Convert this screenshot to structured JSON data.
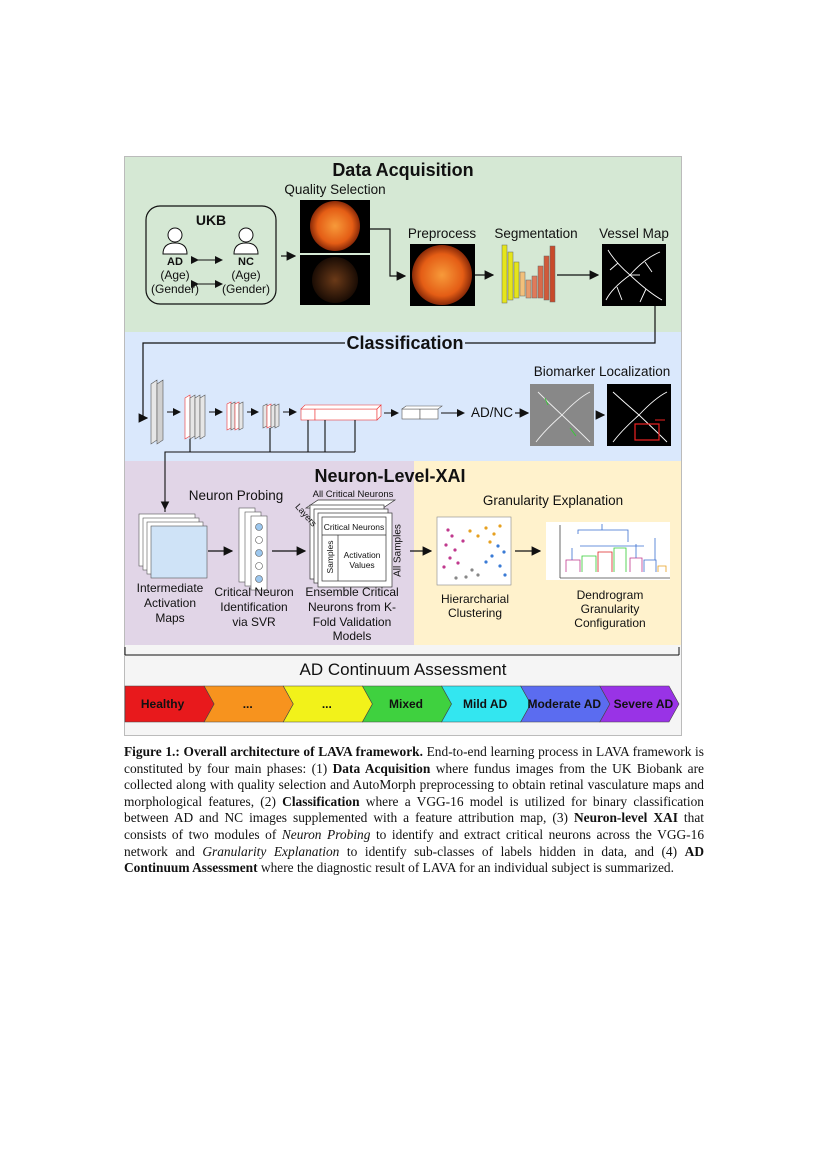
{
  "phases": {
    "data_acquisition": "Data Acquisition",
    "classification": "Classification",
    "neuron_xai": "Neuron-Level-XAI",
    "continuum": "AD Continuum Assessment"
  },
  "acquisition": {
    "ukb": "UKB",
    "ad": "AD",
    "nc": "NC",
    "age": "(Age)",
    "gender": "(Gender)",
    "quality_selection": "Quality Selection",
    "preprocess": "Preprocess",
    "segmentation": "Segmentation",
    "vessel_map": "Vessel Map"
  },
  "classification": {
    "output": "AD/NC",
    "biomarker": "Biomarker Localization"
  },
  "xai": {
    "neuron_probing": "Neuron Probing",
    "granularity_explanation": "Granularity Explanation",
    "intermediate_line1": "Intermediate",
    "intermediate_line2": "Activation",
    "intermediate_line3": "Maps",
    "critical_line1": "Critical Neuron",
    "critical_line2": "Identification",
    "critical_line3": "via SVR",
    "all_critical": "All Critical Neurons",
    "layers": "Layers",
    "critical_neurons": "Critical Neurons",
    "samples": "Samples",
    "activation_line1": "Activation",
    "activation_line2": "Values",
    "all_samples": "All Samples",
    "ensemble_line1": "Ensemble Critical",
    "ensemble_line2": "Neurons from K-",
    "ensemble_line3": "Fold Validation",
    "ensemble_line4": "Models",
    "hier_line1": "Hierarcharial",
    "hier_line2": "Clustering",
    "dendro_line1": "Dendrogram",
    "dendro_line2": "Granularity",
    "dendro_line3": "Configuration"
  },
  "continuum": {
    "stages": [
      {
        "label": "Healthy",
        "color": "#e8191c"
      },
      {
        "label": "...",
        "color": "#f7931e"
      },
      {
        "label": "...",
        "color": "#f2f21a"
      },
      {
        "label": "Mixed",
        "color": "#3fd13f"
      },
      {
        "label": "Mild AD",
        "color": "#33e6f0"
      },
      {
        "label": "Moderate AD",
        "color": "#5b6cf0"
      },
      {
        "label": "Severe AD",
        "color": "#9933e6"
      }
    ]
  },
  "caption": {
    "fig_label": "Figure 1.: Overall architecture of LAVA framework.",
    "s1": " End-to-end learning process in LAVA framework is constituted by four main phases: (1) ",
    "b1": "Data Acquisition",
    "s2": " where fundus images from the UK Biobank are collected along with quality selection and AutoMorph preprocessing to obtain retinal vasculature maps and morphological features, (2) ",
    "b2": "Classification",
    "s3": " where a VGG-16 model is utilized for binary classification between AD and NC images supplemented with a feature attribution map, (3) ",
    "b3": "Neuron-level XAI",
    "s4": " that consists of two modules of ",
    "i1": "Neuron Probing",
    "s5": " to identify and extract critical neurons across the VGG-16 network and ",
    "i2": "Granularity Explanation",
    "s6": " to identify sub-classes of labels hidden in data, and (4) ",
    "b4": "AD Continuum Assessment",
    "s7": " where the diagnostic result of LAVA for an individual subject is summarized."
  }
}
